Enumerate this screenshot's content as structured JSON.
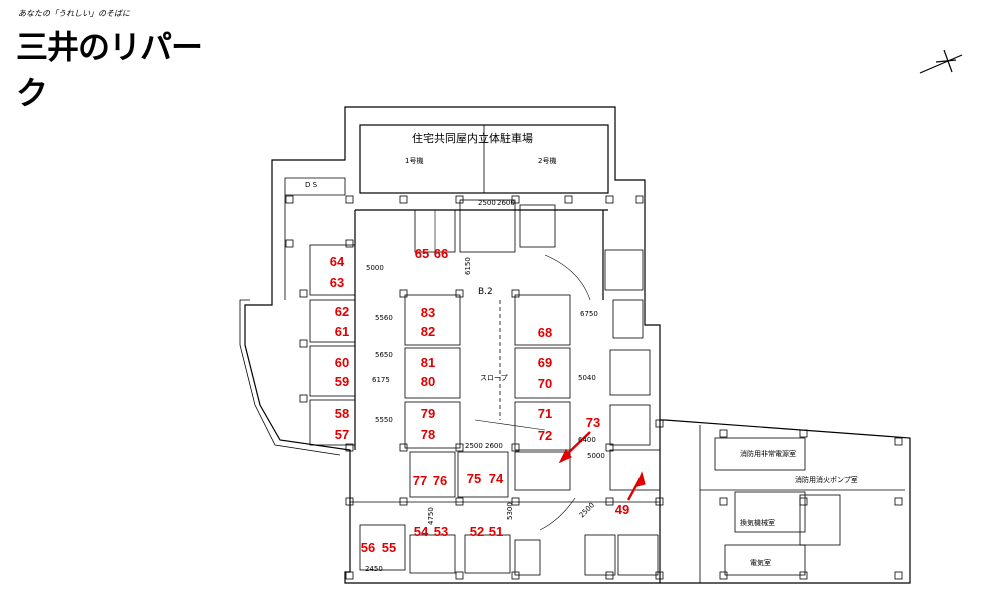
{
  "logo": {
    "tagline": "あなたの「うれしい」のそばに",
    "brand": "三井のリパーク"
  },
  "plan": {
    "building_title": "住宅共同屋内立体駐車場",
    "building_left": "1号機",
    "building_right": "2号機",
    "level": "B.2",
    "ds_label": "D S",
    "slope_label": "スロープ",
    "room_1": "消防用非常電源室",
    "room_2": "消防用消火ポンプ室",
    "room_3": "換気機械室",
    "room_4": "電気室",
    "dimensions": [
      {
        "id": "d2500a",
        "text": "2500"
      },
      {
        "id": "d2600a",
        "text": "2600"
      },
      {
        "id": "d5000",
        "text": "5000"
      },
      {
        "id": "d6150",
        "text": "6150"
      },
      {
        "id": "d5560",
        "text": "5560"
      },
      {
        "id": "d5650",
        "text": "5650"
      },
      {
        "id": "d6175",
        "text": "6175"
      },
      {
        "id": "d5550",
        "text": "5550"
      },
      {
        "id": "d6750",
        "text": "6750"
      },
      {
        "id": "d5040",
        "text": "5040"
      },
      {
        "id": "d6400",
        "text": "6400"
      },
      {
        "id": "d5000b",
        "text": "5000"
      },
      {
        "id": "d2500b",
        "text": "2500"
      },
      {
        "id": "d2600b",
        "text": "2600"
      },
      {
        "id": "d4750",
        "text": "4750"
      },
      {
        "id": "d5300",
        "text": "5300"
      },
      {
        "id": "d2500c",
        "text": "2500"
      },
      {
        "id": "d2450",
        "text": "2450"
      }
    ],
    "spots": [
      {
        "n": "64"
      },
      {
        "n": "63"
      },
      {
        "n": "65"
      },
      {
        "n": "66"
      },
      {
        "n": "62"
      },
      {
        "n": "61"
      },
      {
        "n": "60"
      },
      {
        "n": "59"
      },
      {
        "n": "58"
      },
      {
        "n": "57"
      },
      {
        "n": "83"
      },
      {
        "n": "82"
      },
      {
        "n": "81"
      },
      {
        "n": "80"
      },
      {
        "n": "79"
      },
      {
        "n": "78"
      },
      {
        "n": "68"
      },
      {
        "n": "69"
      },
      {
        "n": "70"
      },
      {
        "n": "71"
      },
      {
        "n": "72"
      },
      {
        "n": "73"
      },
      {
        "n": "77"
      },
      {
        "n": "76"
      },
      {
        "n": "75"
      },
      {
        "n": "74"
      },
      {
        "n": "49"
      },
      {
        "n": "56"
      },
      {
        "n": "55"
      },
      {
        "n": "54"
      },
      {
        "n": "53"
      },
      {
        "n": "52"
      },
      {
        "n": "51"
      }
    ]
  }
}
